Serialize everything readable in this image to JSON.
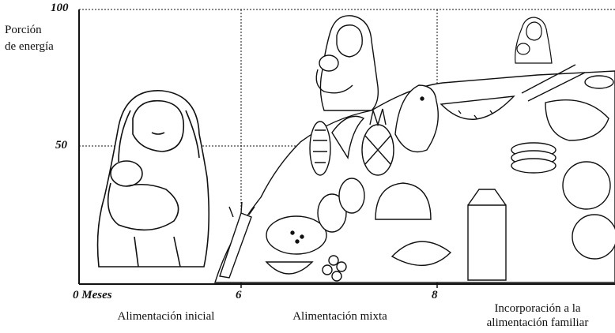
{
  "y_axis": {
    "label_line1": "Porción",
    "label_line2": "de energía",
    "tick_100": "100",
    "tick_50": "50"
  },
  "x_axis": {
    "tick_0": "0 Meses",
    "tick_6": "6",
    "tick_8": "8"
  },
  "stages": [
    {
      "line1": "Alimentación inicial",
      "line2": ""
    },
    {
      "line1": "Alimentación mixta",
      "line2": ""
    },
    {
      "line1": "Incorporación a la",
      "line2": "alimentación familiar"
    }
  ],
  "illustrations": {
    "mother_breastfeeding_icon": "mother-with-baby",
    "food_pile_icon": "food-pile"
  }
}
